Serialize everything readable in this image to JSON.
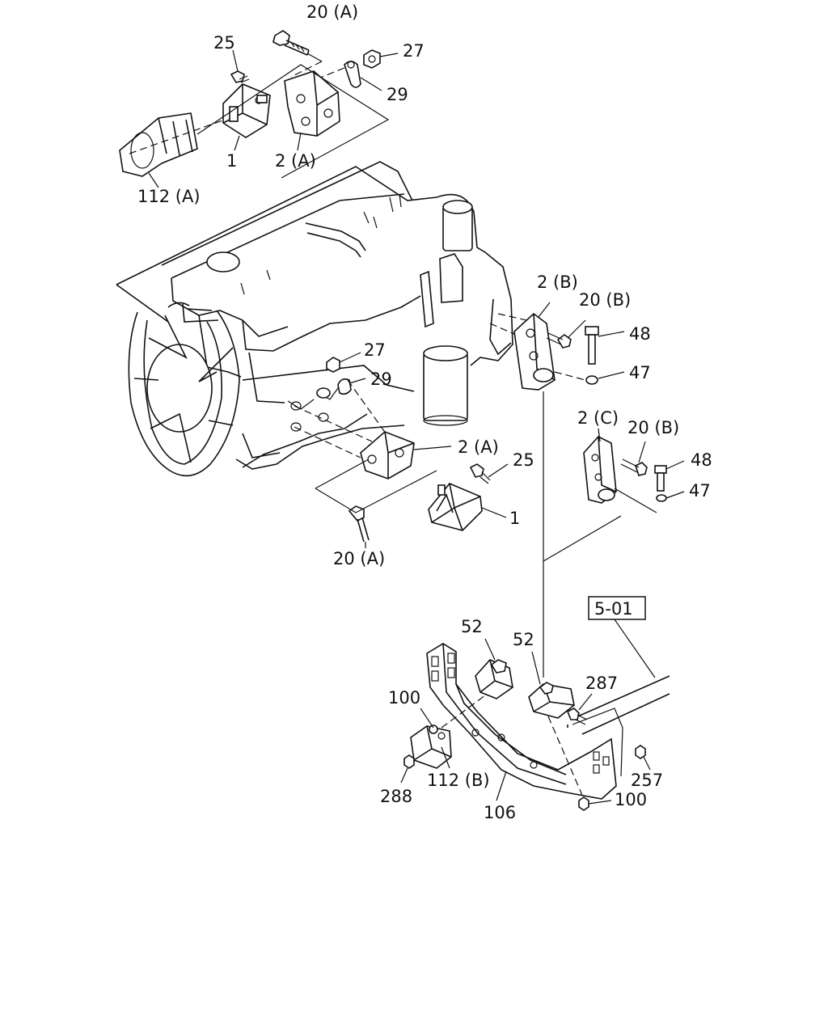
{
  "diagram": {
    "ref_box": "5-01",
    "labels": {
      "c20a_top": "20 (A)",
      "c25_top": "25",
      "c27_top": "27",
      "c29_top": "29",
      "c1_top": "1",
      "c2a_top": "2 (A)",
      "c112a": "112 (A)",
      "c2b": "2 (B)",
      "c20b_upper": "20 (B)",
      "c48_upper": "48",
      "c47_upper": "47",
      "c27_mid": "27",
      "c29_mid": "29",
      "c2a_mid": "2 (A)",
      "c25_mid": "25",
      "c1_mid": "1",
      "c20a_mid": "20 (A)",
      "c2c": "2 (C)",
      "c20b_lower": "20 (B)",
      "c48_lower": "48",
      "c47_lower": "47",
      "c52_left": "52",
      "c52_right": "52",
      "c287": "287",
      "c100_left": "100",
      "c112b": "112 (B)",
      "c288": "288",
      "c106": "106",
      "c100_right": "100",
      "c257": "257"
    }
  }
}
